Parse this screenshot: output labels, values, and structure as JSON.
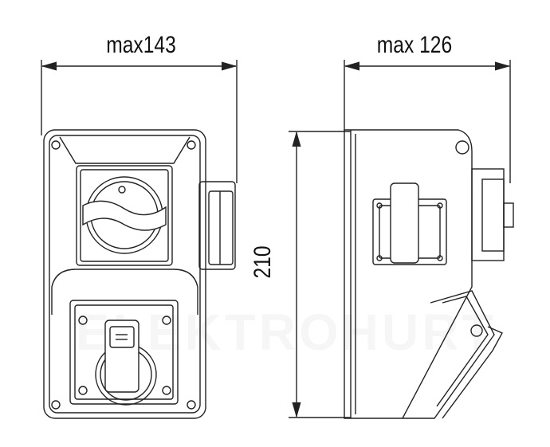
{
  "dimensions": {
    "width_label": "max143",
    "depth_label": "max 126",
    "height_label": "210"
  },
  "watermark": "ELEKTROHURT"
}
